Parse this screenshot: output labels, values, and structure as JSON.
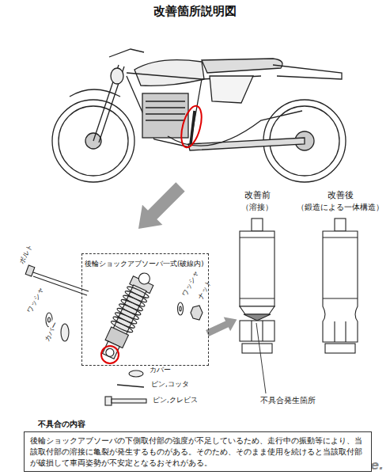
{
  "diagram": {
    "title": "改善箇所説明図",
    "nodes": [
      {
        "text": [
          "後輪ショックアブソーバ一式(破線内)"
        ]
      },
      {
        "text": [
          "不具合の内容",
          "後輪ショックアブソーバの下側取付部の強度が不足しているため、走行中の振動等により、当該取付部の溶接に亀裂が発生するものがある。そのため、そのまま使用を続けると当該取付部が破損して車両姿勢が不安定となるおそれがある。"
        ]
      }
    ],
    "labels": [
      "改善前",
      "（溶接）",
      "改善後",
      "（鍛造による一体構造）",
      "ボルト",
      "ワッシャ",
      "ナット",
      "ワッシャ",
      "カバー",
      "カバー",
      "ピン,コッタ",
      "ピン,クレビス",
      "不具合発生箇所",
      "Response."
    ]
  }
}
